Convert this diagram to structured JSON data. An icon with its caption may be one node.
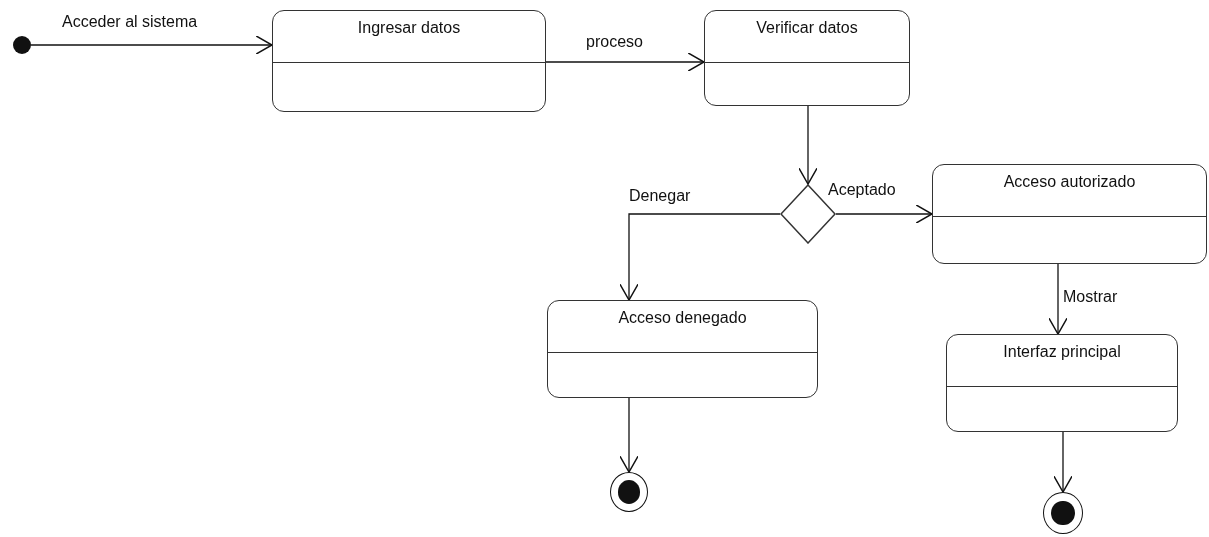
{
  "diagram": {
    "nodes": [
      {
        "text": [],
        "shape": "dot"
      },
      {
        "text": [
          "Ingresar datos"
        ]
      },
      {
        "text": [
          "Verificar datos"
        ]
      },
      {
        "text": [],
        "shape": "diamond"
      },
      {
        "text": [
          "Acceso autorizado"
        ]
      },
      {
        "text": [
          "Acceso denegado"
        ]
      },
      {
        "text": [
          "Interfaz principal"
        ]
      },
      {
        "text": [],
        "shape": "bullseye"
      },
      {
        "text": [],
        "shape": "bullseye"
      }
    ],
    "edges": [
      {
        "from": 0,
        "to": 1,
        "arrow": "to",
        "label": "Acceder al sistema"
      },
      {
        "from": 1,
        "to": 2,
        "arrow": "to",
        "label": "proceso"
      },
      {
        "from": 2,
        "to": 3,
        "arrow": "to"
      },
      {
        "from": 3,
        "to": 5,
        "arrow": "to",
        "label": "Denegar"
      },
      {
        "from": 3,
        "to": 4,
        "arrow": "to",
        "label": "Aceptado"
      },
      {
        "from": 4,
        "to": 6,
        "arrow": "to",
        "label": "Mostrar"
      },
      {
        "from": 5,
        "to": 7,
        "arrow": "to"
      },
      {
        "from": 6,
        "to": 8,
        "arrow": "to"
      }
    ]
  }
}
